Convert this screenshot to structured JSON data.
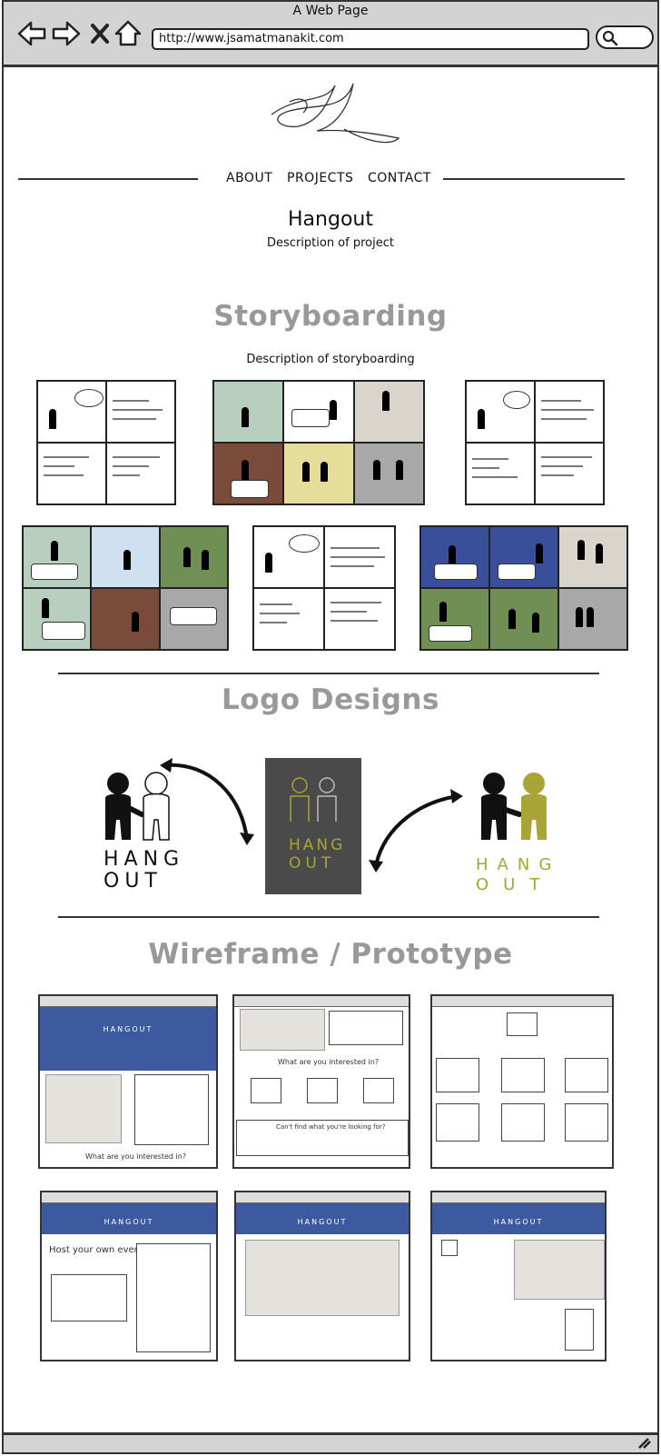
{
  "browser": {
    "window_title": "A Web Page",
    "url": "http://www.jsamatmanakit.com",
    "icons": [
      "back-arrow-icon",
      "forward-arrow-icon",
      "close-x-icon",
      "home-icon",
      "search-icon"
    ]
  },
  "nav": {
    "items": [
      "ABOUT",
      "PROJECTS",
      "CONTACT"
    ]
  },
  "project": {
    "title": "Hangout",
    "description": "Description of project"
  },
  "storyboarding": {
    "heading": "Storyboarding",
    "description": "Description of storyboarding"
  },
  "logos": {
    "heading": "Logo Designs",
    "left_label_line1": "HANG",
    "left_label_line2": "OUT",
    "center_label_line1": "HANG",
    "center_label_line2": "OUT",
    "right_label_line1": "HANG",
    "right_label_line2": "OUT",
    "accent": "#a9a436",
    "dark_panel": "#4a4a4a"
  },
  "wireframe": {
    "heading": "Wireframe / Prototype",
    "brand": "HANGOUT",
    "brand_color": "#3d5aa1",
    "frame1_footer": "What are you interested in?",
    "frame2_title": "What are you interested in?",
    "frame2_banner": "Can't find what you're looking for?",
    "frame4_title": "Host your own event!"
  }
}
